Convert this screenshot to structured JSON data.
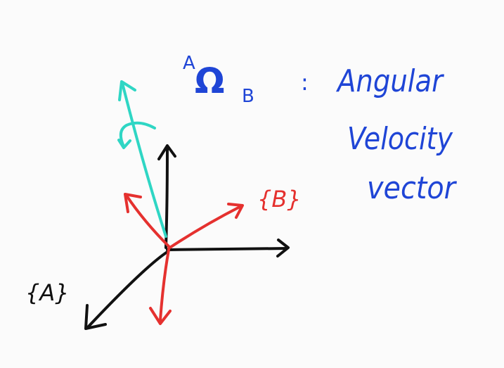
{
  "title": {
    "superscript": "A",
    "symbol": "Ω",
    "subscript": "B",
    "colon": ":",
    "lines": [
      "Angular",
      "Velocity",
      "vector"
    ]
  },
  "frames": {
    "A_label": "{A}",
    "B_label": "{B}"
  },
  "colors": {
    "background": "#fbfbfb",
    "frame_A": "#111111",
    "frame_B": "#e5312f",
    "omega": "#2fd6c4",
    "text": "#1f45d6"
  }
}
